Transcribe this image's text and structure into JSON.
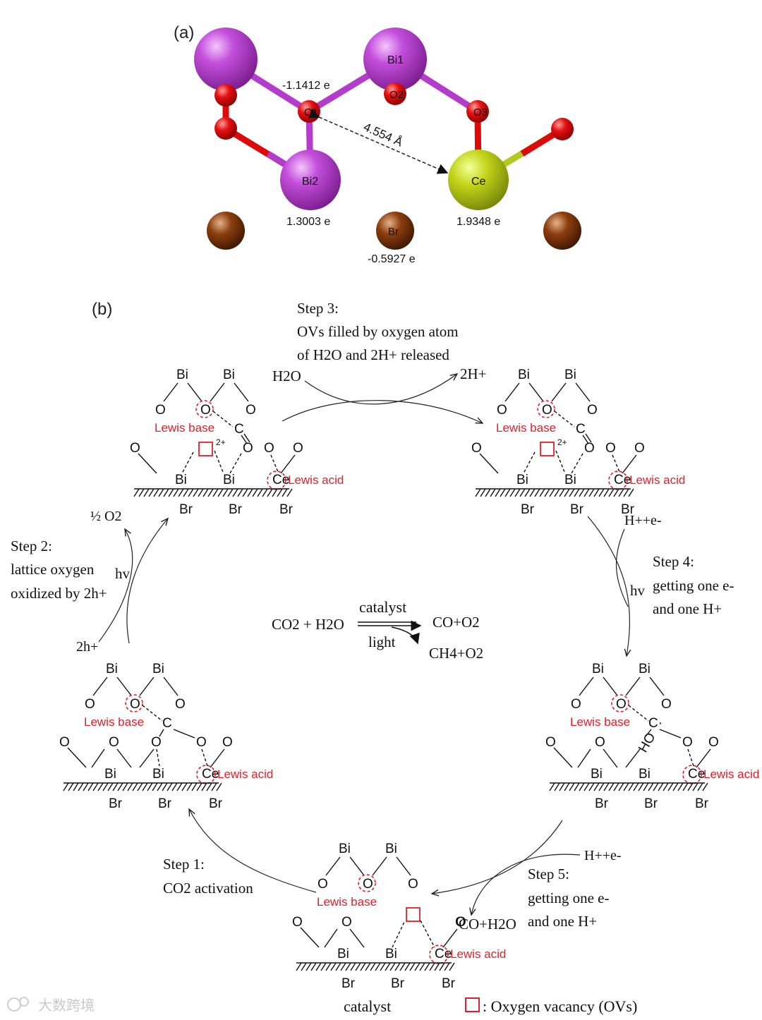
{
  "panel_a": {
    "label": "(a)",
    "atoms": {
      "bi1": "Bi1",
      "o1": "O1",
      "o2": "O2",
      "o3": "O3",
      "bi2": "Bi2",
      "ce": "Ce",
      "br": "Br"
    },
    "charges": {
      "o1": "-1.1412 e",
      "bi2": "1.3003 e",
      "ce": "1.9348 e",
      "br": "-0.5927 e"
    },
    "distance": "4.554 Å",
    "colors": {
      "bi": "#b43ccc",
      "o": "#dd0a0a",
      "ce": "#b5c81f",
      "br": "#8a3f0d"
    }
  },
  "panel_b": {
    "label": "(b)",
    "steps": {
      "step1": {
        "title": "Step 1:",
        "lines": [
          "CO2 activation"
        ]
      },
      "step2": {
        "title": "Step 2:",
        "lines": [
          "lattice oxygen",
          "oxidized by 2h+"
        ]
      },
      "step3": {
        "title": "Step 3:",
        "lines": [
          "OVs filled by oxygen atom",
          "of H2O and 2H+ released"
        ]
      },
      "step4": {
        "title": "Step 4:",
        "lines": [
          "getting one e-",
          "and one H+"
        ]
      },
      "step5": {
        "title": "Step 5:",
        "lines": [
          "getting one e-",
          "and one H+"
        ]
      }
    },
    "species": {
      "h2o": "H2O",
      "two_h_plus": "2H+",
      "half_o2": "½ O2",
      "two_h": "2h+",
      "hv": "hv",
      "h_e": "H++e-",
      "co_h2o": "CO+H2O"
    },
    "center_reaction": {
      "reactants": "CO2 + H2O",
      "above_arrow": "catalyst",
      "below_arrow": "light",
      "product1": "CO+O2",
      "product2": "CH4+O2"
    },
    "site_labels": {
      "lewis_base": "Lewis base",
      "lewis_acid": "Lewis acid",
      "charge": "2+"
    },
    "catalyst_label": "catalyst",
    "legend": ": Oxygen vacancy (OVs)"
  },
  "watermark": "大数跨境"
}
